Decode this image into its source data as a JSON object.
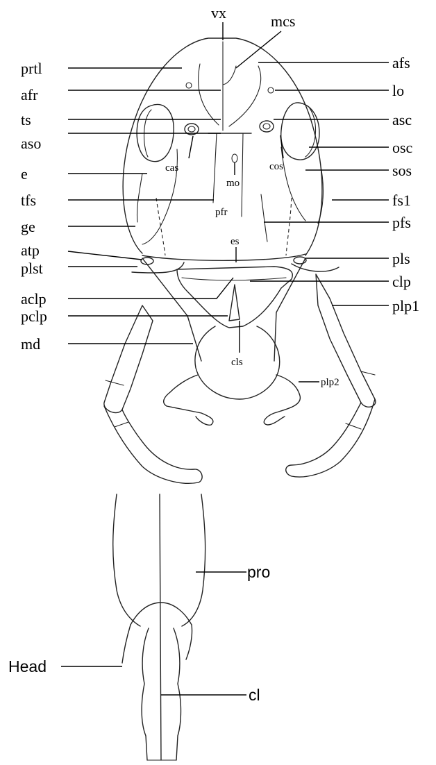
{
  "figure": {
    "upper_labels": {
      "vx": "vx",
      "mcs": "mcs",
      "prtl": "prtl",
      "afs": "afs",
      "afr": "afr",
      "lo": "lo",
      "ts": "ts",
      "asc": "asc",
      "aso": "aso",
      "osc": "osc",
      "cas": "cas",
      "cos": "cos",
      "e": "e",
      "sos": "sos",
      "mo": "mo",
      "tfs": "tfs",
      "fs1": "fs1",
      "pfr": "pfr",
      "ge": "ge",
      "pfs": "pfs",
      "es": "es",
      "atp": "atp",
      "pls": "pls",
      "plst": "plst",
      "clp": "clp",
      "aclp": "aclp",
      "plp1": "plp1",
      "pclp": "pclp",
      "md": "md",
      "cls": "cls",
      "plp2": "plp2"
    },
    "lower_labels": {
      "pro": "pro",
      "head": "Head",
      "cl": "cl"
    }
  }
}
